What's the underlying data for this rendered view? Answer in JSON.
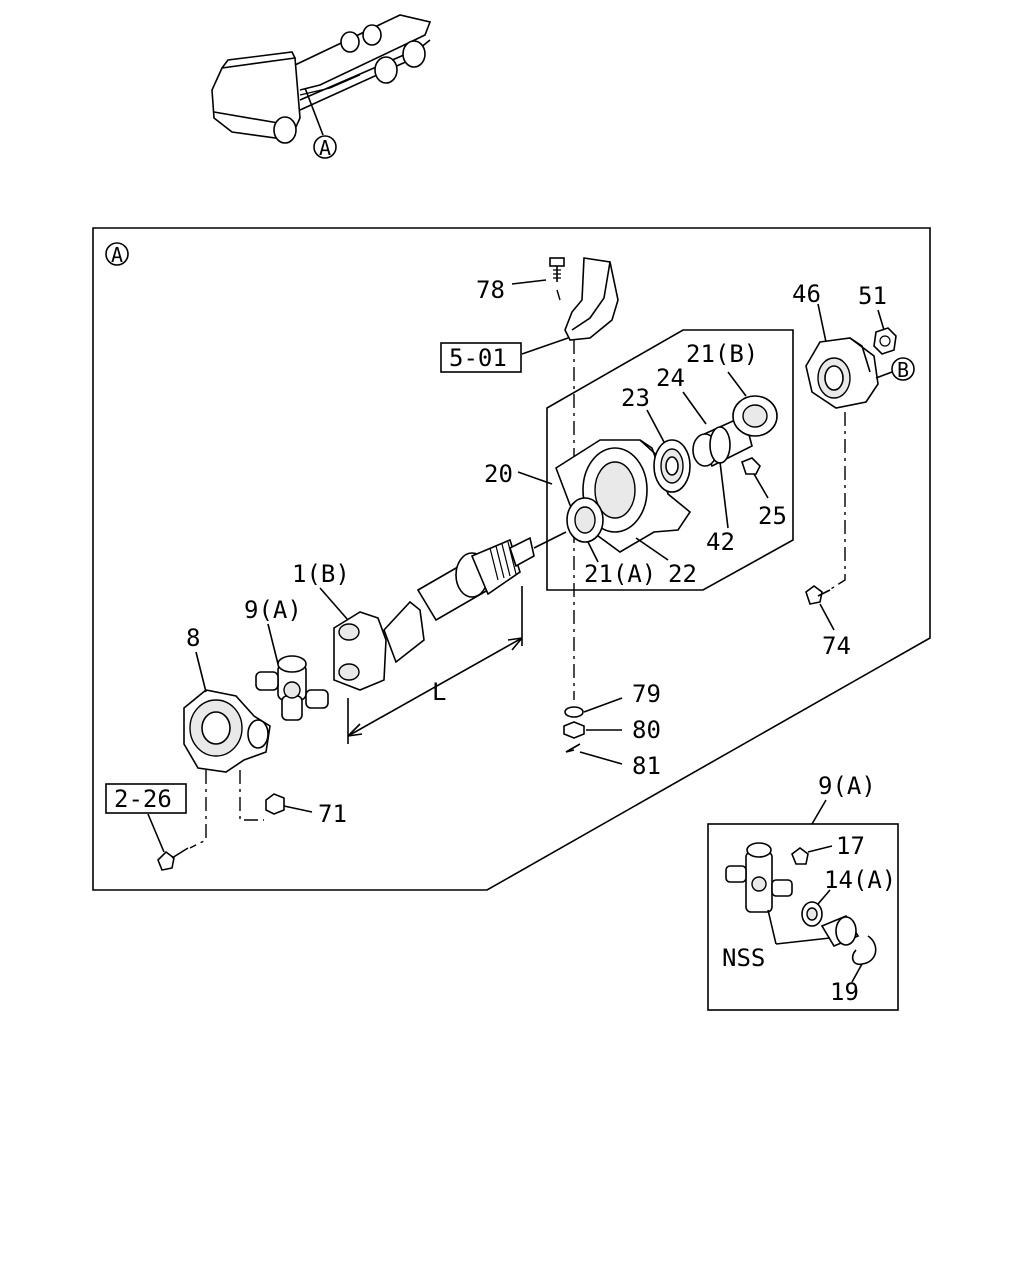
{
  "detail_marker": "A",
  "branch_marker": "B",
  "ref_boxes": {
    "bracket_ref": "5-01",
    "flange_ref": "2-26"
  },
  "dimension_label": "L",
  "callouts": {
    "p78": "78",
    "p46": "46",
    "p51": "51",
    "p21b": "21(B)",
    "p24": "24",
    "p23": "23",
    "p20": "20",
    "p25": "25",
    "p42": "42",
    "p21a": "21(A)",
    "p22": "22",
    "p1b": "1(B)",
    "p9a": "9(A)",
    "p8": "8",
    "p74": "74",
    "p79": "79",
    "p80": "80",
    "p81": "81",
    "p71": "71"
  },
  "inset": {
    "title": "9(A)",
    "p17": "17",
    "p14a": "14(A)",
    "nss": "NSS",
    "p19": "19"
  }
}
